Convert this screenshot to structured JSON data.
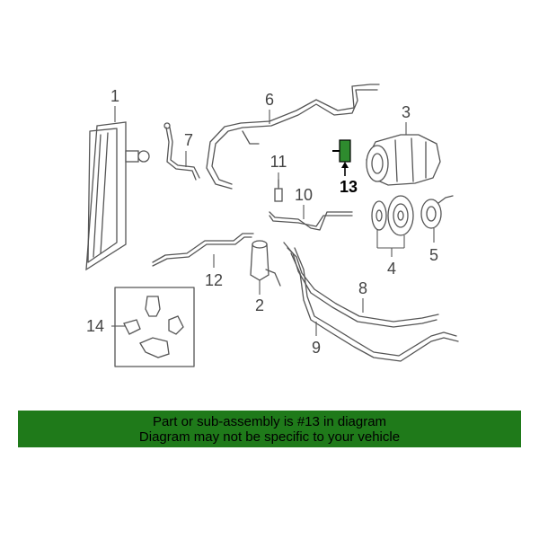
{
  "callouts": {
    "c1": "1",
    "c2": "2",
    "c3": "3",
    "c4": "4",
    "c5": "5",
    "c6": "6",
    "c7": "7",
    "c8": "8",
    "c9": "9",
    "c10": "10",
    "c11": "11",
    "c12": "12",
    "c13": "13",
    "c14": "14"
  },
  "highlighted_part": "13",
  "banner": {
    "line1": "Part or sub-assembly is #13 in diagram",
    "line2": "Diagram may not be specific to your vehicle",
    "background_color": "#1f7a1a"
  },
  "colors": {
    "line_art": "#555555",
    "highlight": "#2e8b2e"
  }
}
